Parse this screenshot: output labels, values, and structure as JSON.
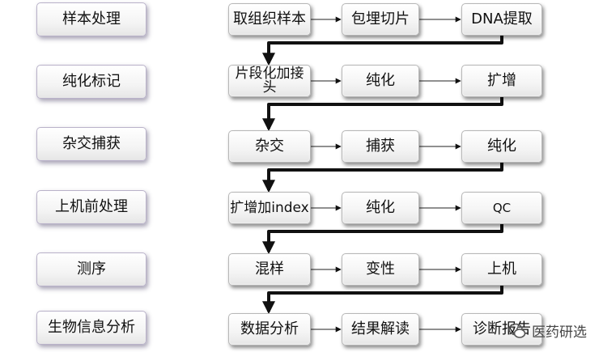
{
  "rows": [
    {
      "stage": "样本处理",
      "steps": [
        "取组织样本",
        "包埋切片",
        "DNA提取"
      ]
    },
    {
      "stage": "纯化标记",
      "steps": [
        "片段化加接头",
        "纯化",
        "扩增"
      ]
    },
    {
      "stage": "杂交捕获",
      "steps": [
        "杂交",
        "捕获",
        "纯化"
      ]
    },
    {
      "stage": "上机前处理",
      "steps": [
        "扩增加index",
        "纯化",
        "QC"
      ]
    },
    {
      "stage": "测序",
      "steps": [
        "混样",
        "变性",
        "上机"
      ]
    },
    {
      "stage": "生物信息分析",
      "steps": [
        "数据分析",
        "结果解读",
        "诊断报告"
      ]
    }
  ],
  "watermark": {
    "text": "医药研选",
    "icon": "wechat-icon"
  }
}
